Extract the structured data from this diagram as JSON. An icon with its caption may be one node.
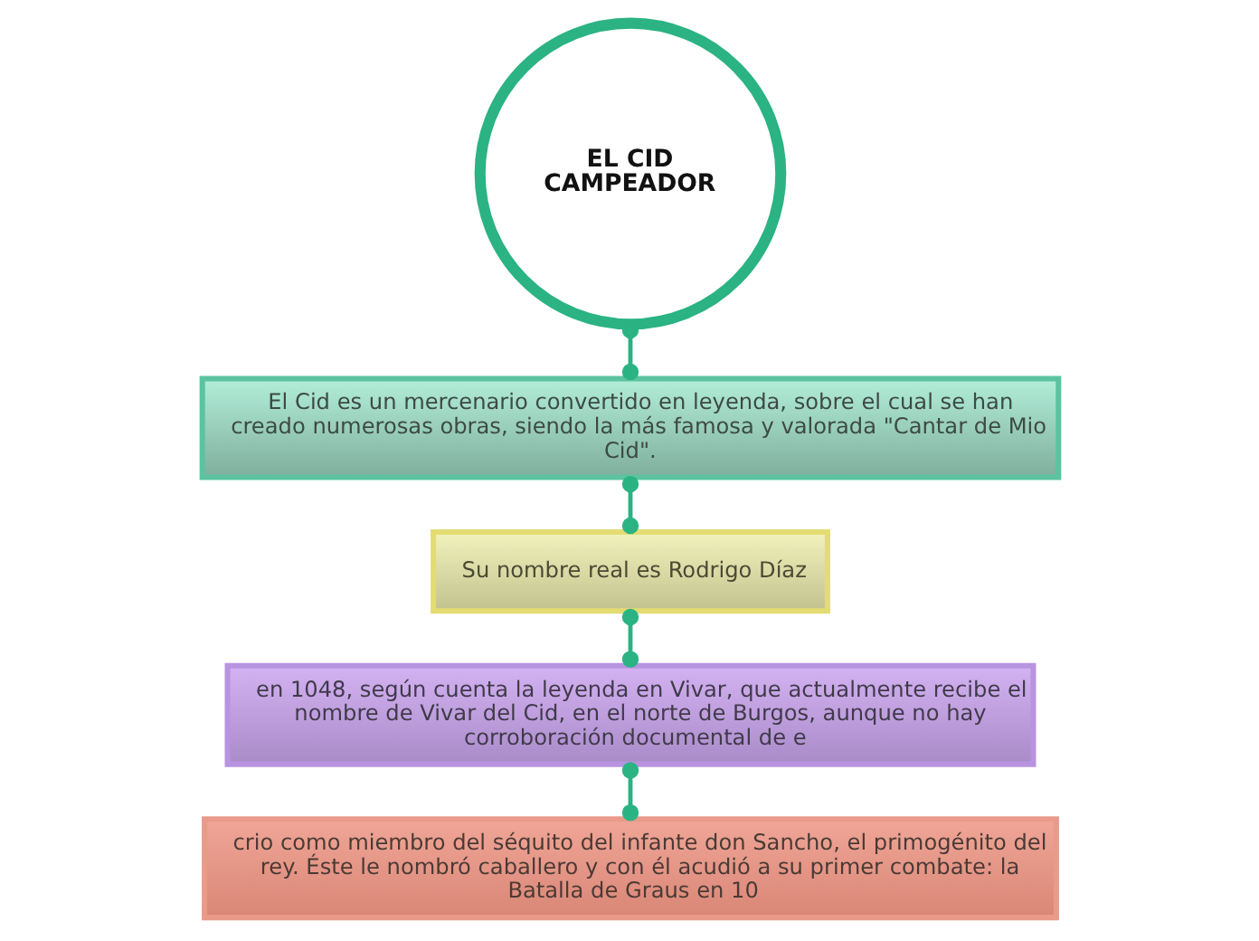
{
  "diagram": {
    "nodes": [
      {
        "text": [
          "EL CID CAMPEADOR"
        ]
      },
      {
        "text": [
          "El Cid es un mercenario convertido en leyenda, sobre el cual se han creado numerosas obras, siendo la más famosa y valorada \"Cantar de Mio Cid\"."
        ]
      },
      {
        "text": [
          "Su nombre real es Rodrigo Díaz"
        ]
      },
      {
        "text": [
          "en 1048, según cuenta la leyenda en Vivar, que actualmente recibe el nombre de Vivar del Cid, en el norte de Burgos, aunque no hay corroboración documental de e"
        ]
      },
      {
        "text": [
          "crio como miembro del séquito del infante don Sancho, el primogénito del rey. Éste le nombró caballero y con él acudió a su primer combate: la Batalla de Graus en 10"
        ]
      }
    ],
    "edges": [
      {
        "from": 0,
        "to": 1,
        "arrow": "other"
      },
      {
        "from": 1,
        "to": 2,
        "arrow": "other"
      },
      {
        "from": 2,
        "to": 3,
        "arrow": "other"
      },
      {
        "from": 3,
        "to": 4,
        "arrow": "other"
      }
    ]
  }
}
